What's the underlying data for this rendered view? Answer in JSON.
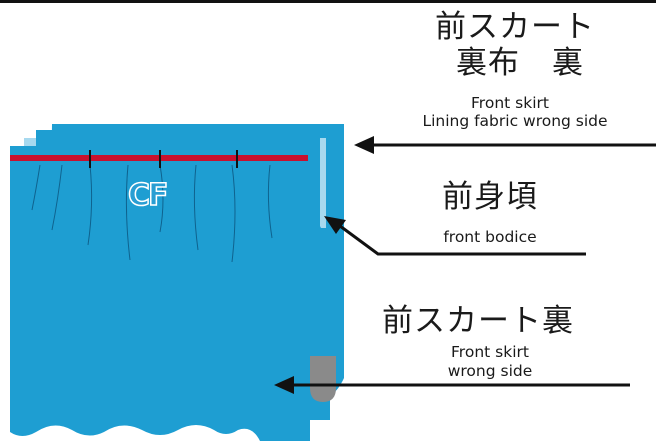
{
  "diagram": {
    "center_label": "CF",
    "labels": [
      {
        "id": "front-skirt-lining",
        "japanese_lines": [
          "前スカート",
          "裏布　裏"
        ],
        "english_lines": [
          "Front skirt",
          "Lining fabric wrong side"
        ]
      },
      {
        "id": "front-bodice",
        "japanese_lines": [
          "前身頃"
        ],
        "english_lines": [
          "front bodice"
        ]
      },
      {
        "id": "front-skirt-wrong-side",
        "japanese_lines": [
          "前スカート裏"
        ],
        "english_lines": [
          "Front skirt",
          "wrong side"
        ]
      }
    ],
    "colors": {
      "fabric_main": "#1e9ed2",
      "fabric_light": "#a7d9ef",
      "waist_seam": "#c8102e",
      "weight": "#8a8a8a",
      "arrows": "#111111"
    }
  }
}
